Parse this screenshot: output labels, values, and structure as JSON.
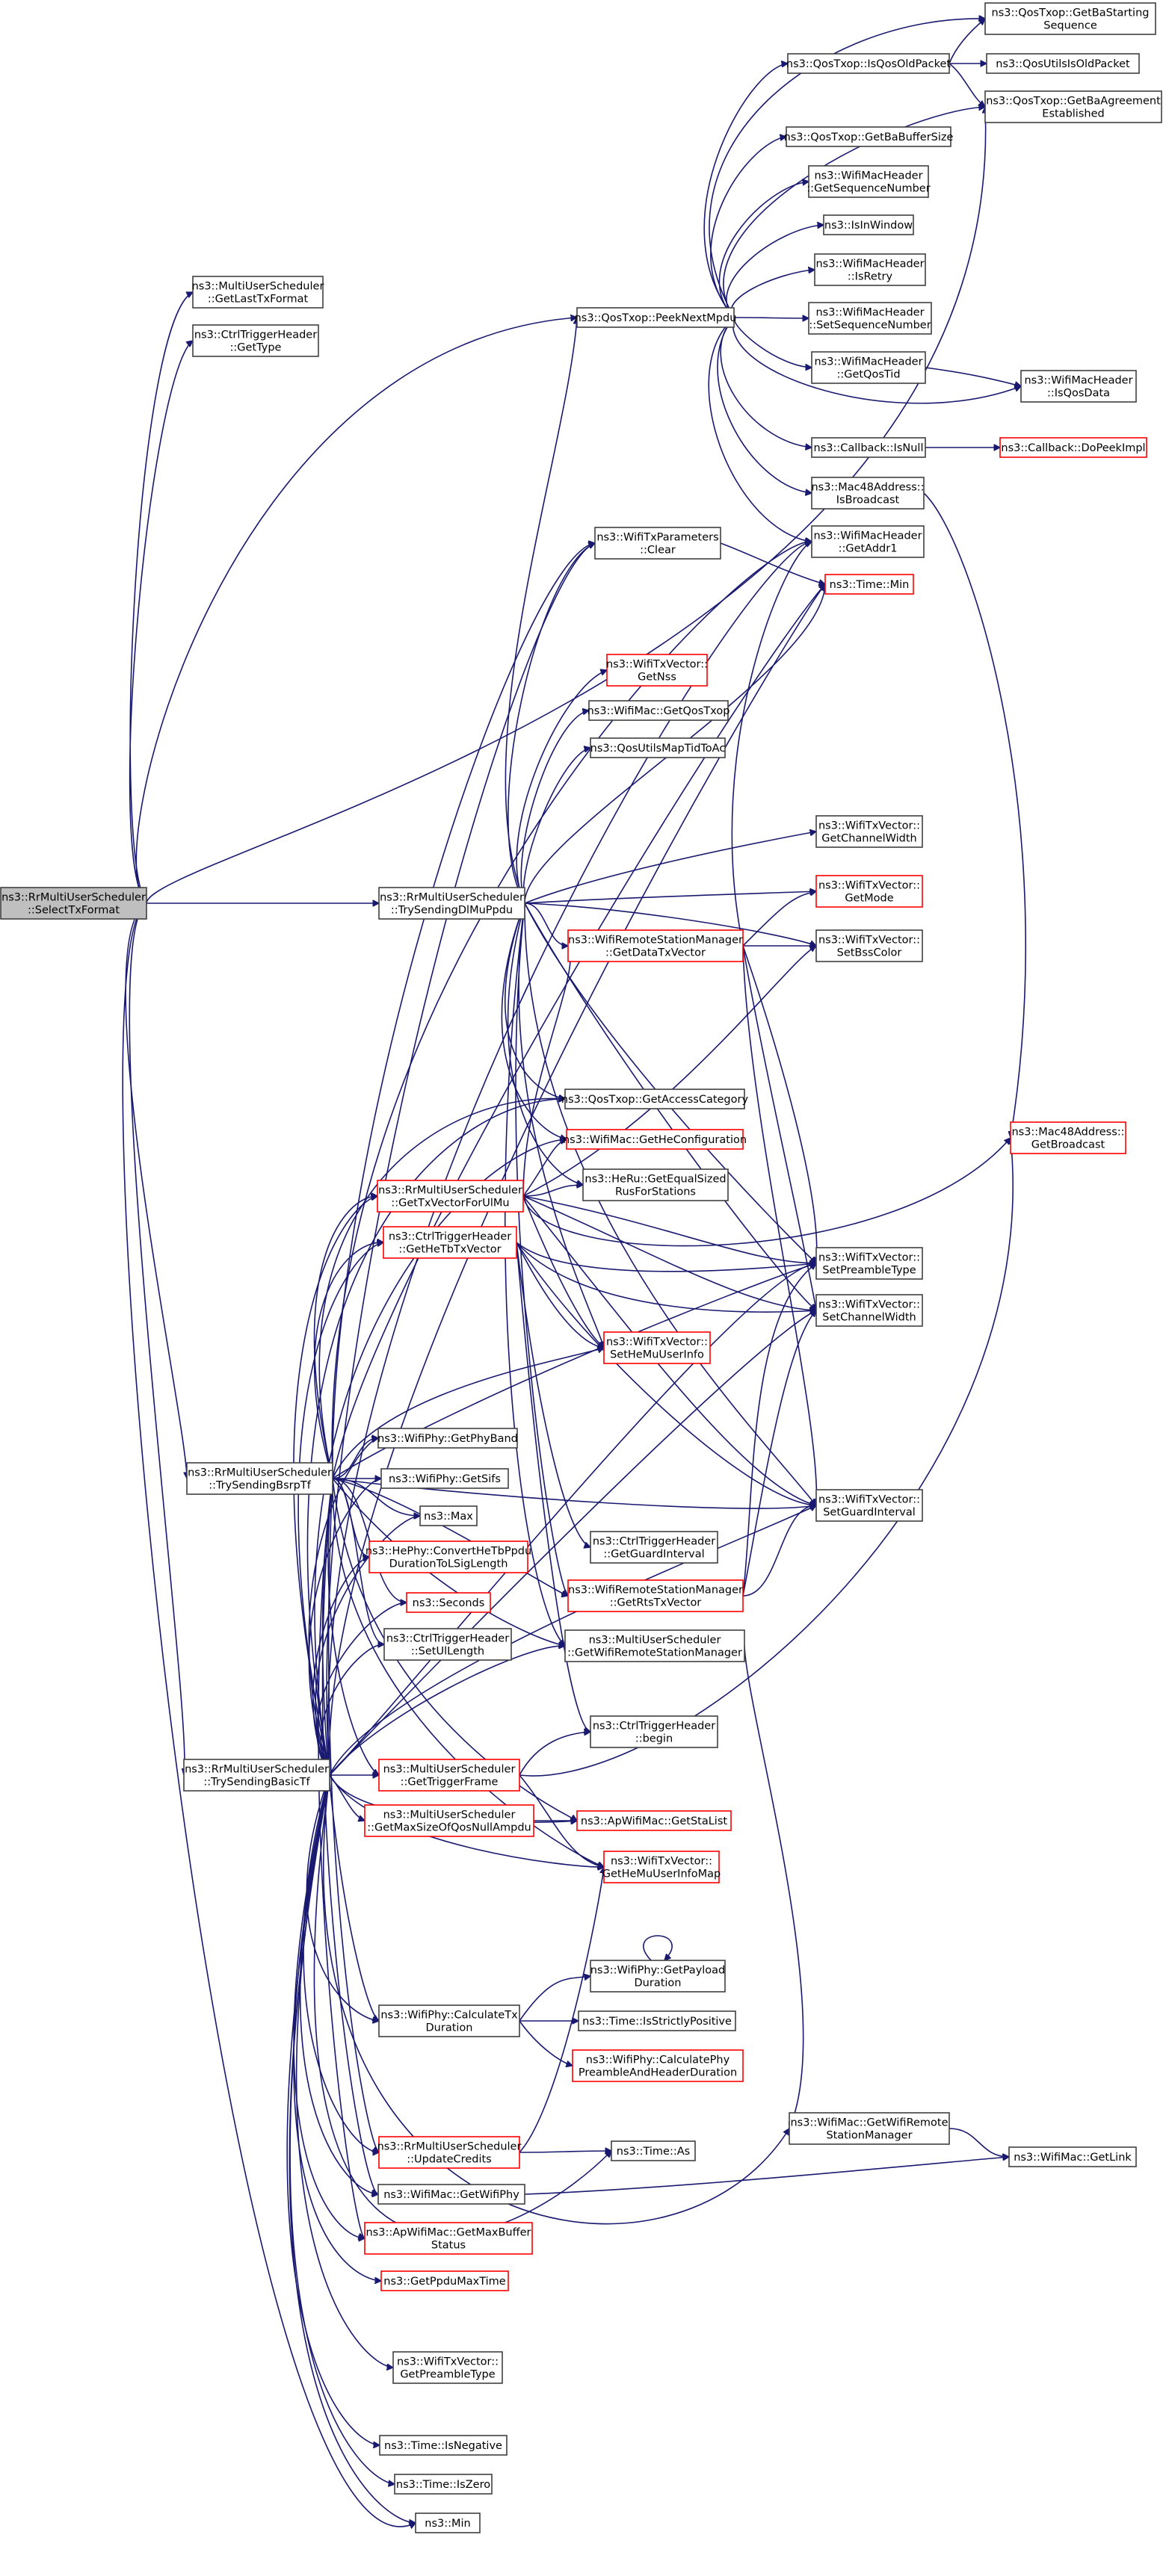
{
  "colors": {
    "edge": "#191970",
    "border": "#404040",
    "broken_link": "#ff0000",
    "root_fill": "#bfbfbf",
    "background": "#ffffff"
  },
  "nodes": {
    "root": {
      "lines": [
        "ns3::RrMultiUserScheduler",
        "::SelectTxFormat"
      ],
      "style": "root"
    },
    "getLastTxFormat": {
      "lines": [
        "ns3::MultiUserScheduler",
        "::GetLastTxFormat"
      ],
      "style": "normal"
    },
    "ctrlGetType": {
      "lines": [
        "ns3::CtrlTriggerHeader",
        "::GetType"
      ],
      "style": "normal"
    },
    "peekNextMpdu": {
      "lines": [
        "ns3::QosTxop::PeekNextMpdu"
      ],
      "style": "normal"
    },
    "getBaStartingSeq": {
      "lines": [
        "ns3::QosTxop::GetBaStarting",
        "Sequence"
      ],
      "style": "normal"
    },
    "isQosOldPacket": {
      "lines": [
        "ns3::QosTxop::IsQosOldPacket"
      ],
      "style": "normal"
    },
    "qosUtilsIsOldPacket": {
      "lines": [
        "ns3::QosUtilsIsOldPacket"
      ],
      "style": "normal"
    },
    "getBaAgreement": {
      "lines": [
        "ns3::QosTxop::GetBaAgreement",
        "Established"
      ],
      "style": "normal"
    },
    "getBaBufferSize": {
      "lines": [
        "ns3::QosTxop::GetBaBufferSize"
      ],
      "style": "normal"
    },
    "getSequenceNumber": {
      "lines": [
        "ns3::WifiMacHeader",
        "::GetSequenceNumber"
      ],
      "style": "normal"
    },
    "isInWindow": {
      "lines": [
        "ns3::IsInWindow"
      ],
      "style": "normal"
    },
    "isRetry": {
      "lines": [
        "ns3::WifiMacHeader",
        "::IsRetry"
      ],
      "style": "normal"
    },
    "setSequenceNumber": {
      "lines": [
        "ns3::WifiMacHeader",
        "::SetSequenceNumber"
      ],
      "style": "normal"
    },
    "getQosTid": {
      "lines": [
        "ns3::WifiMacHeader",
        "::GetQosTid"
      ],
      "style": "normal"
    },
    "isQosData": {
      "lines": [
        "ns3::WifiMacHeader",
        "::IsQosData"
      ],
      "style": "normal"
    },
    "callbackIsNull": {
      "lines": [
        "ns3::Callback::IsNull"
      ],
      "style": "normal"
    },
    "doPeekImpl": {
      "lines": [
        "ns3::Callback::DoPeekImpl"
      ],
      "style": "red"
    },
    "isBroadcast": {
      "lines": [
        "ns3::Mac48Address::",
        "IsBroadcast"
      ],
      "style": "normal"
    },
    "getAddr1": {
      "lines": [
        "ns3::WifiMacHeader",
        "::GetAddr1"
      ],
      "style": "normal"
    },
    "txParamsClear": {
      "lines": [
        "ns3::WifiTxParameters",
        "::Clear"
      ],
      "style": "normal"
    },
    "timeMin": {
      "lines": [
        "ns3::Time::Min"
      ],
      "style": "red"
    },
    "getNss": {
      "lines": [
        "ns3::WifiTxVector::",
        "GetNss"
      ],
      "style": "red"
    },
    "getQosTxop": {
      "lines": [
        "ns3::WifiMac::GetQosTxop"
      ],
      "style": "normal"
    },
    "qosUtilsMapTidToAc": {
      "lines": [
        "ns3::QosUtilsMapTidToAc"
      ],
      "style": "normal"
    },
    "getChannelWidth": {
      "lines": [
        "ns3::WifiTxVector::",
        "GetChannelWidth"
      ],
      "style": "normal"
    },
    "trySendingDl": {
      "lines": [
        "ns3::RrMultiUserScheduler",
        "::TrySendingDlMuPpdu"
      ],
      "style": "normal"
    },
    "getMode": {
      "lines": [
        "ns3::WifiTxVector::",
        "GetMode"
      ],
      "style": "red"
    },
    "getDataTxVector": {
      "lines": [
        "ns3::WifiRemoteStationManager",
        "::GetDataTxVector"
      ],
      "style": "red"
    },
    "setBssColor": {
      "lines": [
        "ns3::WifiTxVector::",
        "SetBssColor"
      ],
      "style": "normal"
    },
    "getAccessCategory": {
      "lines": [
        "ns3::QosTxop::GetAccessCategory"
      ],
      "style": "normal"
    },
    "getHeConfiguration": {
      "lines": [
        "ns3::WifiMac::GetHeConfiguration"
      ],
      "style": "red"
    },
    "getBroadcast": {
      "lines": [
        "ns3::Mac48Address::",
        "GetBroadcast"
      ],
      "style": "red"
    },
    "getTxVectorForUlMu": {
      "lines": [
        "ns3::RrMultiUserScheduler",
        "::GetTxVectorForUlMu"
      ],
      "style": "red"
    },
    "getEqualSizedRus": {
      "lines": [
        "ns3::HeRu::GetEqualSized",
        "RusForStations"
      ],
      "style": "normal"
    },
    "getHeTbTxVector": {
      "lines": [
        "ns3::CtrlTriggerHeader",
        "::GetHeTbTxVector"
      ],
      "style": "red"
    },
    "setPreambleType": {
      "lines": [
        "ns3::WifiTxVector::",
        "SetPreambleType"
      ],
      "style": "normal"
    },
    "setChannelWidth": {
      "lines": [
        "ns3::WifiTxVector::",
        "SetChannelWidth"
      ],
      "style": "normal"
    },
    "setHeMuUserInfo": {
      "lines": [
        "ns3::WifiTxVector::",
        "SetHeMuUserInfo"
      ],
      "style": "red"
    },
    "getPhyBand": {
      "lines": [
        "ns3::WifiPhy::GetPhyBand"
      ],
      "style": "normal"
    },
    "trySendingBsrp": {
      "lines": [
        "ns3::RrMultiUserScheduler",
        "::TrySendingBsrpTf"
      ],
      "style": "normal"
    },
    "getSifs": {
      "lines": [
        "ns3::WifiPhy::GetSifs"
      ],
      "style": "normal"
    },
    "max": {
      "lines": [
        "ns3::Max"
      ],
      "style": "normal"
    },
    "convertHeTb": {
      "lines": [
        "ns3::HePhy::ConvertHeTbPpdu",
        "DurationToLSigLength"
      ],
      "style": "red"
    },
    "setGuardInterval": {
      "lines": [
        "ns3::WifiTxVector::",
        "SetGuardInterval"
      ],
      "style": "normal"
    },
    "seconds": {
      "lines": [
        "ns3::Seconds"
      ],
      "style": "red"
    },
    "ctrlGetGuardInterval": {
      "lines": [
        "ns3::CtrlTriggerHeader",
        "::GetGuardInterval"
      ],
      "style": "normal"
    },
    "getRtsTxVector": {
      "lines": [
        "ns3::WifiRemoteStationManager",
        "::GetRtsTxVector"
      ],
      "style": "red"
    },
    "setUlLength": {
      "lines": [
        "ns3::CtrlTriggerHeader",
        "::SetUlLength"
      ],
      "style": "normal"
    },
    "getWifiRemoteSM": {
      "lines": [
        "ns3::MultiUserScheduler",
        "::GetWifiRemoteStationManager"
      ],
      "style": "normal"
    },
    "ctrlBegin": {
      "lines": [
        "ns3::CtrlTriggerHeader",
        "::begin"
      ],
      "style": "normal"
    },
    "trySendingBasic": {
      "lines": [
        "ns3::RrMultiUserScheduler",
        "::TrySendingBasicTf"
      ],
      "style": "normal"
    },
    "getTriggerFrame": {
      "lines": [
        "ns3::MultiUserScheduler",
        "::GetTriggerFrame"
      ],
      "style": "red"
    },
    "getMaxSizeQosNull": {
      "lines": [
        "ns3::MultiUserScheduler",
        "::GetMaxSizeOfQosNullAmpdu"
      ],
      "style": "red"
    },
    "getStaList": {
      "lines": [
        "ns3::ApWifiMac::GetStaList"
      ],
      "style": "red"
    },
    "getHeMuUserInfoMap": {
      "lines": [
        "ns3::WifiTxVector::",
        "GetHeMuUserInfoMap"
      ],
      "style": "red"
    },
    "getPayloadDuration": {
      "lines": [
        "ns3::WifiPhy::GetPayload",
        "Duration"
      ],
      "style": "normal"
    },
    "calculateTxDuration": {
      "lines": [
        "ns3::WifiPhy::CalculateTx",
        "Duration"
      ],
      "style": "normal"
    },
    "isStrictlyPositive": {
      "lines": [
        "ns3::Time::IsStrictlyPositive"
      ],
      "style": "normal"
    },
    "calcPhyPreamble": {
      "lines": [
        "ns3::WifiPhy::CalculatePhy",
        "PreambleAndHeaderDuration"
      ],
      "style": "red"
    },
    "macGetWifiRemoteSM": {
      "lines": [
        "ns3::WifiMac::GetWifiRemote",
        "StationManager"
      ],
      "style": "normal"
    },
    "updateCredits": {
      "lines": [
        "ns3::RrMultiUserScheduler",
        "::UpdateCredits"
      ],
      "style": "red"
    },
    "timeAs": {
      "lines": [
        "ns3::Time::As"
      ],
      "style": "normal"
    },
    "getLink": {
      "lines": [
        "ns3::WifiMac::GetLink"
      ],
      "style": "normal"
    },
    "getWifiPhy": {
      "lines": [
        "ns3::WifiMac::GetWifiPhy"
      ],
      "style": "normal"
    },
    "getMaxBufferStatus": {
      "lines": [
        "ns3::ApWifiMac::GetMaxBuffer",
        "Status"
      ],
      "style": "red"
    },
    "getPpduMaxTime": {
      "lines": [
        "ns3::GetPpduMaxTime"
      ],
      "style": "red"
    },
    "getPreambleType": {
      "lines": [
        "ns3::WifiTxVector::",
        "GetPreambleType"
      ],
      "style": "normal"
    },
    "isNegative": {
      "lines": [
        "ns3::Time::IsNegative"
      ],
      "style": "normal"
    },
    "isZero": {
      "lines": [
        "ns3::Time::IsZero"
      ],
      "style": "normal"
    },
    "min": {
      "lines": [
        "ns3::Min"
      ],
      "style": "normal"
    }
  }
}
